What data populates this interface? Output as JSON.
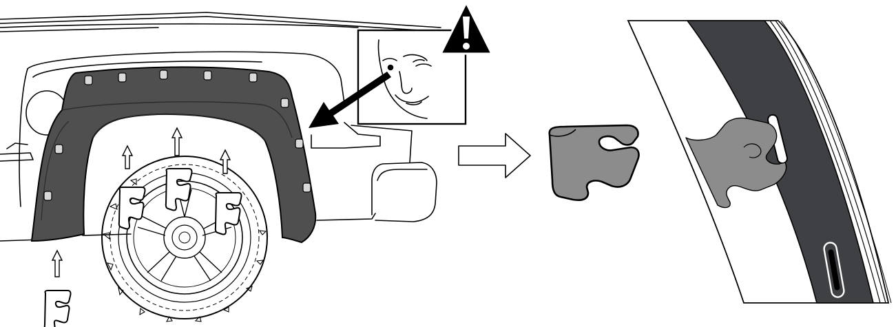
{
  "figure": {
    "panels": [
      {
        "name": "vehicle-flare-overview",
        "content": "fender-flare-on-wheel-well"
      },
      {
        "name": "clip-detail",
        "content": "mounting-clip"
      },
      {
        "name": "installed-clip-closeup",
        "content": "clip-in-flare-slot"
      }
    ],
    "icons": [
      "warning-triangle-icon",
      "winking-face-icon",
      "pointer-arrow-icon",
      "next-step-arrow-icon",
      "push-up-arrow-icon"
    ],
    "colors": {
      "flare": "#4f4f4f",
      "clip": "#8c8c8c",
      "flare_dark": "#3e4043",
      "line": "#000000",
      "background": "#ffffff"
    },
    "clip_count_on_wheel": 3,
    "loose_clip_count": 1
  }
}
